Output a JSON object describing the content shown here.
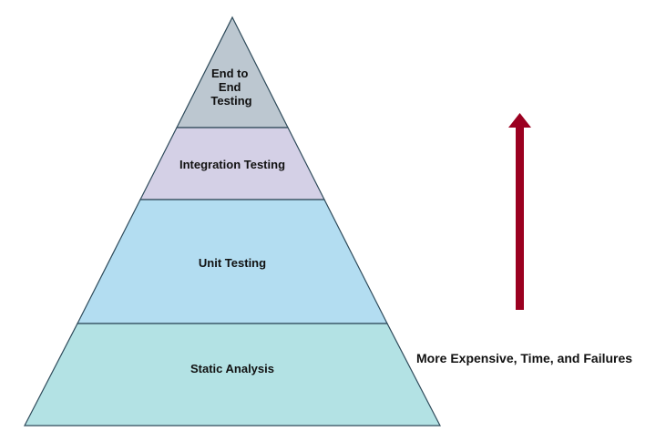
{
  "pyramid": {
    "layers": [
      {
        "id": "end-to-end",
        "label_lines": [
          "End to",
          "End",
          "Testing"
        ],
        "fill": "#bcc7d0"
      },
      {
        "id": "integration",
        "label_lines": [
          "Integration Testing"
        ],
        "fill": "#d4d0e6"
      },
      {
        "id": "unit",
        "label_lines": [
          "Unit Testing"
        ],
        "fill": "#b3ddf1"
      },
      {
        "id": "static",
        "label_lines": [
          "Static Analysis"
        ],
        "fill": "#b3e2e4"
      }
    ],
    "outline_color": "#2e4a5a"
  },
  "arrow": {
    "color": "#9b0020"
  },
  "caption": {
    "text": "More Expensive, Time, and Failures"
  }
}
